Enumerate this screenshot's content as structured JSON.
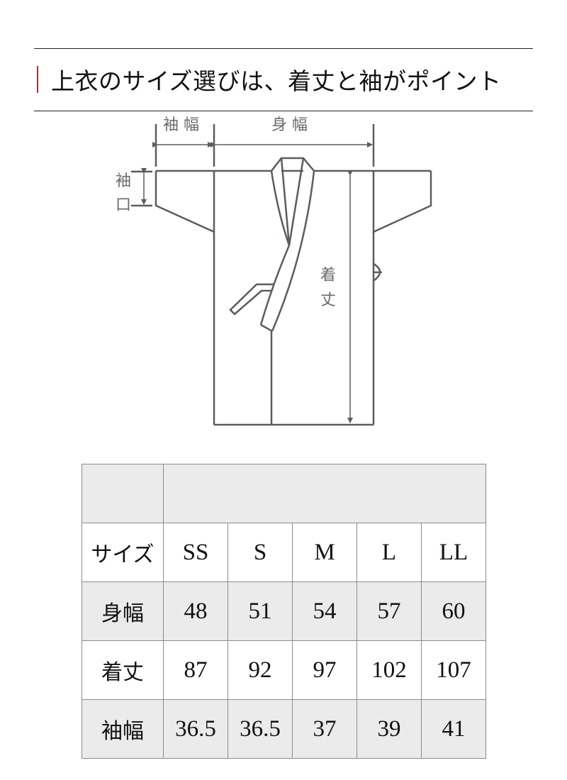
{
  "heading": {
    "title": "上衣のサイズ選びは、着丈と袖がポイント",
    "accent_color": "#a3323a"
  },
  "diagram": {
    "labels": {
      "sleeve_width": "袖 幅",
      "body_width": "身 幅",
      "cuff": [
        "袖",
        "口"
      ],
      "length": [
        "着",
        "丈"
      ]
    },
    "line_color": "#5f5b5b"
  },
  "size_table": {
    "header_label": "サイズ",
    "sizes": [
      "SS",
      "S",
      "M",
      "L",
      "LL"
    ],
    "rows": [
      {
        "label": "身幅",
        "values": [
          "48",
          "51",
          "54",
          "57",
          "60"
        ]
      },
      {
        "label": "着丈",
        "values": [
          "87",
          "92",
          "97",
          "102",
          "107"
        ]
      },
      {
        "label": "袖幅",
        "values": [
          "36.5",
          "36.5",
          "37",
          "39",
          "41"
        ]
      }
    ]
  }
}
